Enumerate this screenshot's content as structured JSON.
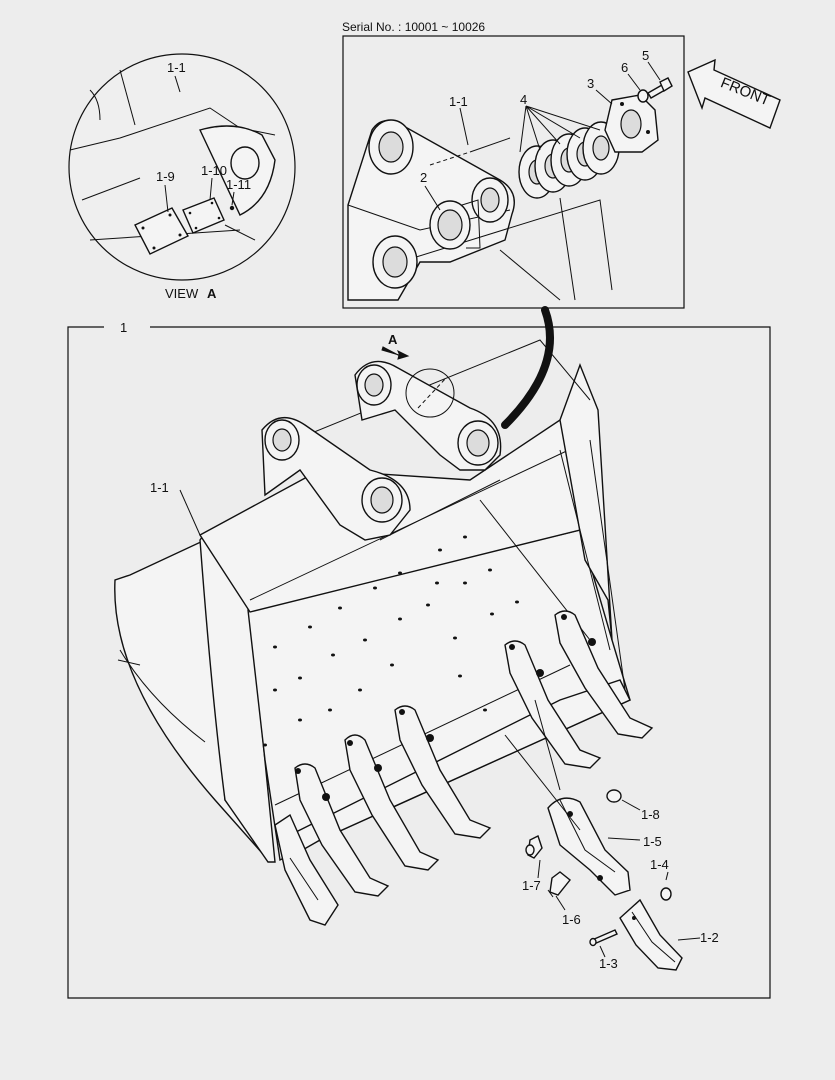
{
  "serial": "Serial No. : 10001 ~ 10026",
  "front_label": "FRONT",
  "view_label": "VIEW",
  "view_letter": "A",
  "arrow_letter": "A",
  "main_assembly_label": "1",
  "callouts": {
    "c1_1_view": "1-1",
    "c1_9": "1-9",
    "c1_10": "1-10",
    "c1_11": "1-11",
    "c1_1_inset": "1-1",
    "c2": "2",
    "c3": "3",
    "c4": "4",
    "c5": "5",
    "c6": "6",
    "c1_1_main": "1-1",
    "c1_8": "1-8",
    "c1_5": "1-5",
    "c1_4": "1-4",
    "c1_7": "1-7",
    "c1_6": "1-6",
    "c1_2": "1-2",
    "c1_3": "1-3"
  }
}
